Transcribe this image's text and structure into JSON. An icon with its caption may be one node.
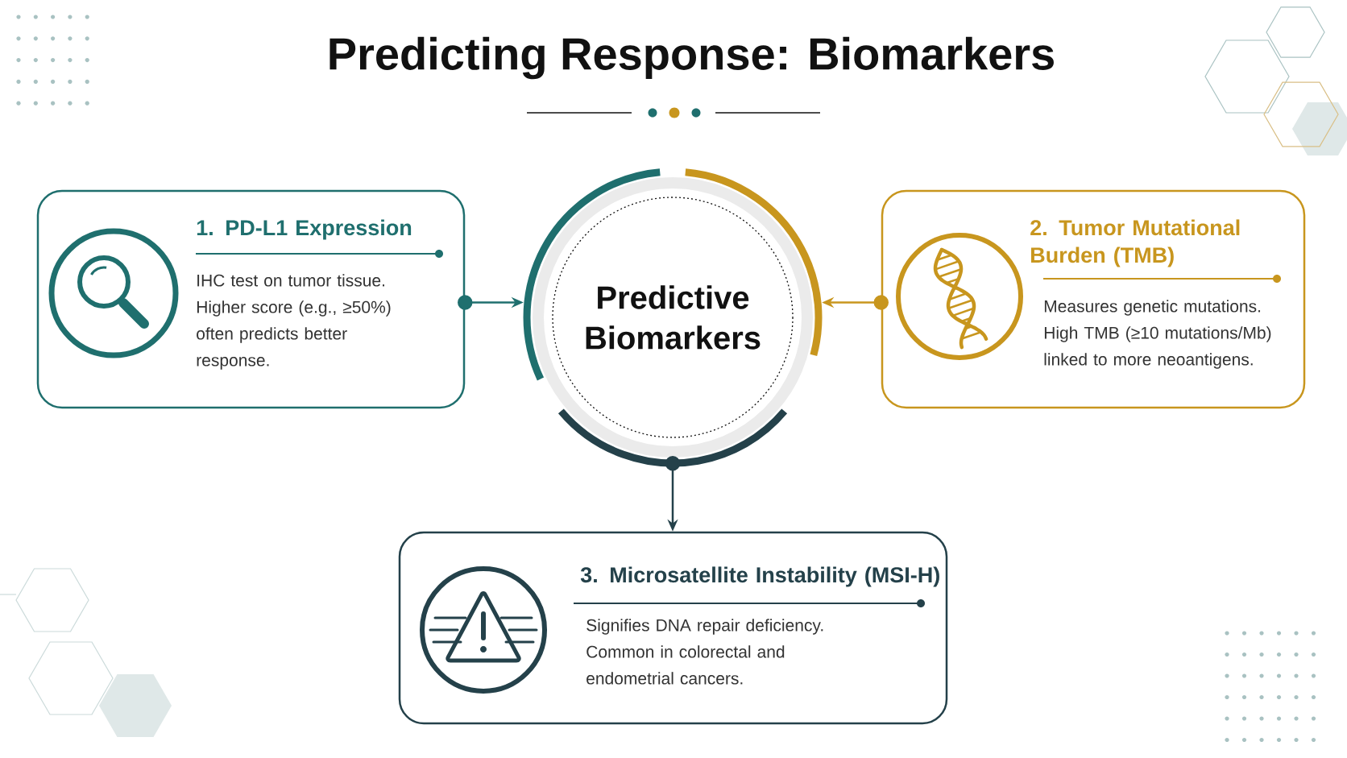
{
  "diagram": {
    "title": "Predicting Response: Biomarkers",
    "nodes": [
      {
        "text": [
          "1. PD-L1 Expression",
          "IHC test on tumor tissue. Higher score (e.g., ≥50%) often predicts better response."
        ]
      },
      {
        "text": [
          "Predictive Biomarkers"
        ]
      },
      {
        "text": [
          "2. Tumor Mutational Burden (TMB)",
          "Measures genetic mutations. High TMB (≥10 mutations/Mb) linked to more neoantigens."
        ]
      },
      {
        "text": [
          "3. Microsatellite Instability (MSI-H)",
          "Signifies DNA repair deficiency. Common in colorectal and endometrial cancers."
        ]
      }
    ],
    "edges": [
      {
        "from": 0,
        "to": 1,
        "arrow": "to",
        "color": "#1f6f6e"
      },
      {
        "from": 2,
        "to": 1,
        "arrow": "to",
        "color": "#c8961e"
      },
      {
        "from": 1,
        "to": 3,
        "arrow": "to",
        "color": "#24414a"
      }
    ]
  }
}
